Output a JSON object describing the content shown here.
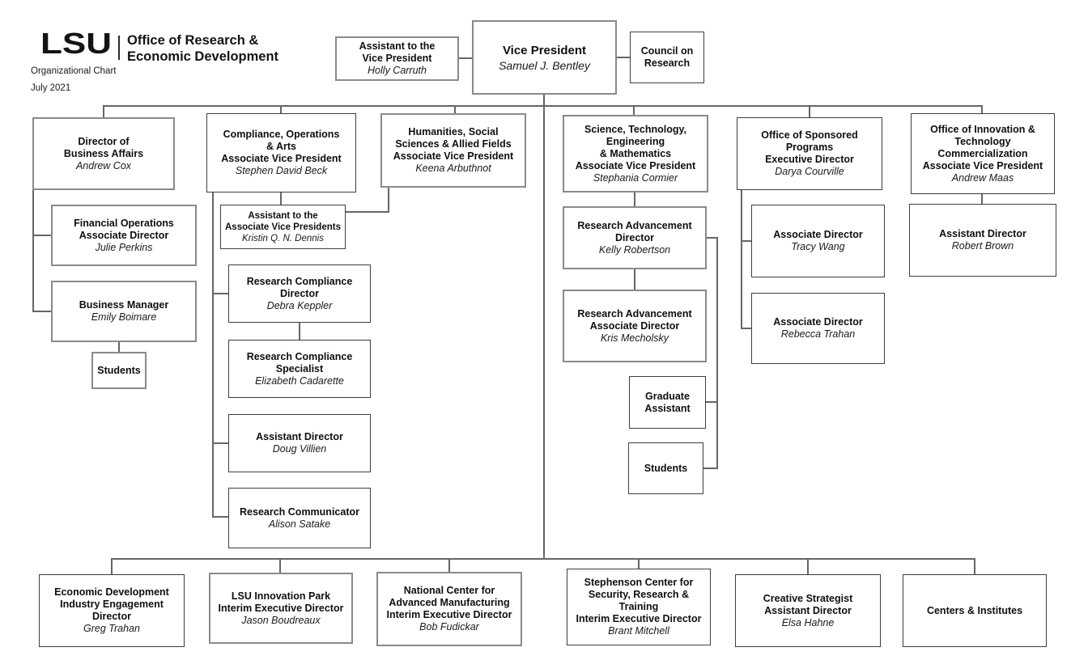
{
  "header": {
    "logo": "LSU",
    "department": "Office of Research &\nEconomic Development",
    "subtitle": "Organizational Chart",
    "date": "July 2021"
  },
  "colors": {
    "background": "#ffffff",
    "box_border_dark": "#3e3e3e",
    "box_border_gray": "#8a8a8a",
    "connector": "#666666",
    "text": "#111111"
  },
  "nodes": {
    "assistant_vp": {
      "title": "Assistant to the\nVice President",
      "name": "Holly Carruth"
    },
    "vice_president": {
      "title": "Vice President",
      "name": "Samuel J. Bentley"
    },
    "council_research": {
      "title": "Council on\nResearch",
      "name": ""
    },
    "dir_business": {
      "title": "Director of\nBusiness Affairs",
      "name": "Andrew Cox"
    },
    "compliance_arts": {
      "title": "Compliance, Operations\n& Arts\nAssociate Vice President",
      "name": "Stephen David Beck"
    },
    "humanities": {
      "title": "Humanities, Social\nSciences & Allied Fields\nAssociate Vice President",
      "name": "Keena Arbuthnot"
    },
    "stem": {
      "title": "Science, Technology,\nEngineering\n& Mathematics\nAssociate Vice President",
      "name": "Stephania Cormier"
    },
    "sponsored": {
      "title": "Office of Sponsored\nPrograms\nExecutive Director",
      "name": "Darya Courville"
    },
    "innovation": {
      "title": "Office of Innovation &\nTechnology\nCommercialization\nAssociate Vice President",
      "name": "Andrew Maas"
    },
    "fin_ops": {
      "title": "Financial Operations\nAssociate Director",
      "name": "Julie Perkins"
    },
    "bus_manager": {
      "title": "Business Manager",
      "name": "Emily Boimare"
    },
    "students_left": {
      "title": "Students",
      "name": ""
    },
    "assistant_avp": {
      "title": "Assistant to the\nAssociate Vice Presidents",
      "name": "Kristin Q. N. Dennis"
    },
    "rc_director": {
      "title": "Research Compliance\nDirector",
      "name": "Debra Keppler"
    },
    "rc_specialist": {
      "title": "Research Compliance\nSpecialist",
      "name": "Elizabeth Cadarette"
    },
    "asst_dir_villien": {
      "title": "Assistant Director",
      "name": "Doug Villien"
    },
    "res_communicator": {
      "title": "Research Communicator",
      "name": "Alison Satake"
    },
    "ra_director": {
      "title": "Research Advancement\nDirector",
      "name": "Kelly Robertson"
    },
    "ra_assoc_director": {
      "title": "Research Advancement\nAssociate Director",
      "name": "Kris Mecholsky"
    },
    "grad_assistant": {
      "title": "Graduate\nAssistant",
      "name": ""
    },
    "students_stem": {
      "title": "Students",
      "name": ""
    },
    "assoc_dir_wang": {
      "title": "Associate Director",
      "name": "Tracy Wang"
    },
    "assoc_dir_trahan": {
      "title": "Associate Director",
      "name": "Rebecca Trahan"
    },
    "asst_dir_brown": {
      "title": "Assistant Director",
      "name": "Robert Brown"
    },
    "econ_dev": {
      "title": "Economic Development\nIndustry Engagement\nDirector",
      "name": "Greg Trahan"
    },
    "innovation_park": {
      "title": "LSU Innovation Park\nInterim Executive Director",
      "name": "Jason Boudreaux"
    },
    "ncam": {
      "title": "National Center for\nAdvanced Manufacturing\nInterim Executive Director",
      "name": "Bob Fudickar"
    },
    "stephenson": {
      "title": "Stephenson Center for\nSecurity, Research &\nTraining\nInterim Executive Director",
      "name": "Brant Mitchell"
    },
    "creative": {
      "title": "Creative Strategist\nAssistant Director",
      "name": "Elsa Hahne"
    },
    "centers": {
      "title": "Centers & Institutes",
      "name": ""
    }
  }
}
